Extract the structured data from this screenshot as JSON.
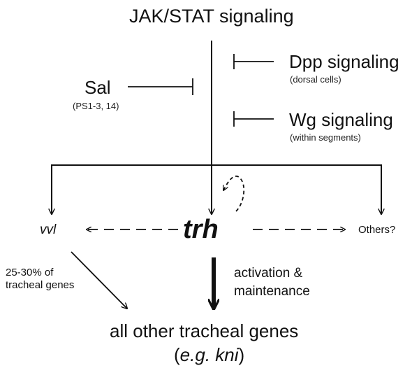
{
  "title": "JAK/STAT signaling",
  "inputs": {
    "sal": {
      "label": "Sal",
      "note": "(PS1-3, 14)"
    },
    "dpp": {
      "label": "Dpp signaling",
      "note": "(dorsal cells)"
    },
    "wg": {
      "label": "Wg signaling",
      "note": "(within segments)"
    }
  },
  "targets": {
    "vvl": "vvl",
    "trh": "trh",
    "others": "Others?"
  },
  "vvl_note": {
    "line1": "25-30% of",
    "line2": "tracheal genes"
  },
  "trh_note": {
    "line1": "activation &",
    "line2": "maintenance"
  },
  "output": {
    "line1": "all other tracheal genes",
    "line2_prefix": "(",
    "line2_eg": "e.g.",
    "line2_gene": "kni",
    "line2_suffix": ")"
  },
  "colors": {
    "ink": "#111111"
  }
}
